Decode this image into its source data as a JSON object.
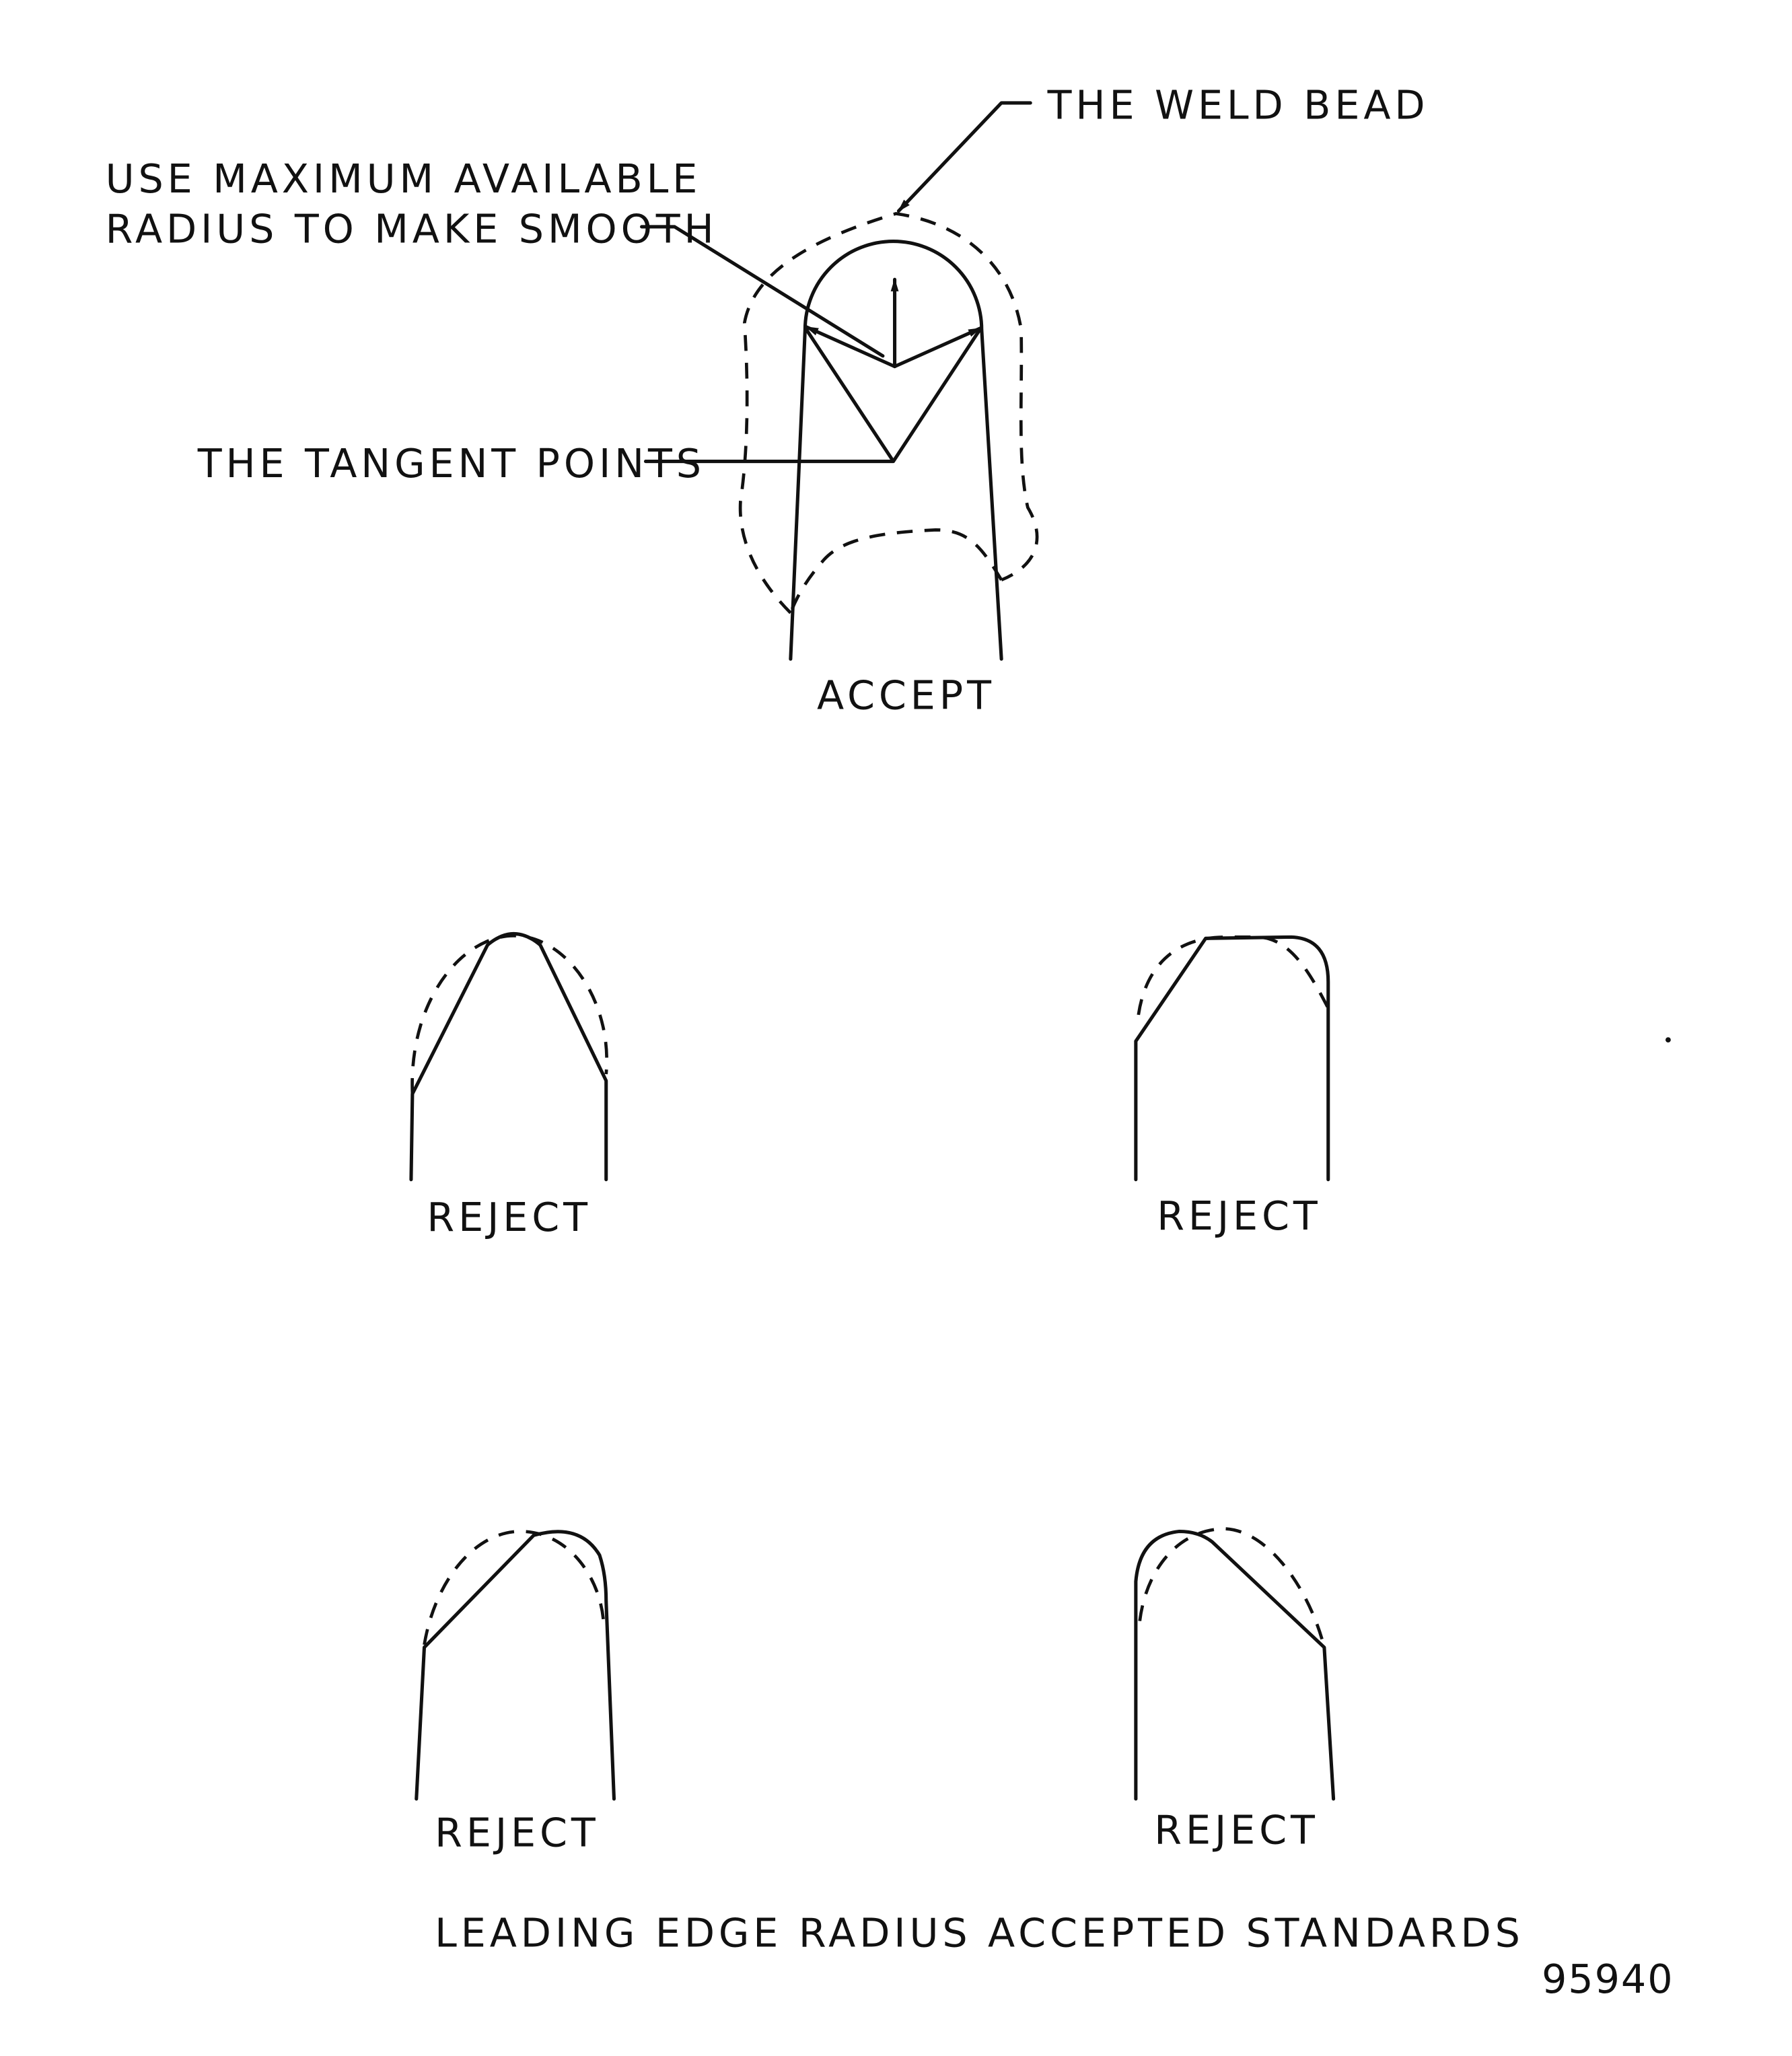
{
  "labels": {
    "weld_bead": "THE WELD BEAD",
    "max_radius_line1": "USE MAXIMUM AVAILABLE",
    "max_radius_line2": "RADIUS TO MAKE SMOOTH",
    "tangent_points": "THE TANGENT POINTS",
    "accept": "ACCEPT",
    "reject_1": "REJECT",
    "reject_2": "REJECT",
    "reject_3": "REJECT",
    "reject_4": "REJECT",
    "caption": "LEADING EDGE RADIUS ACCEPTED STANDARDS",
    "figure_number": "95940"
  }
}
